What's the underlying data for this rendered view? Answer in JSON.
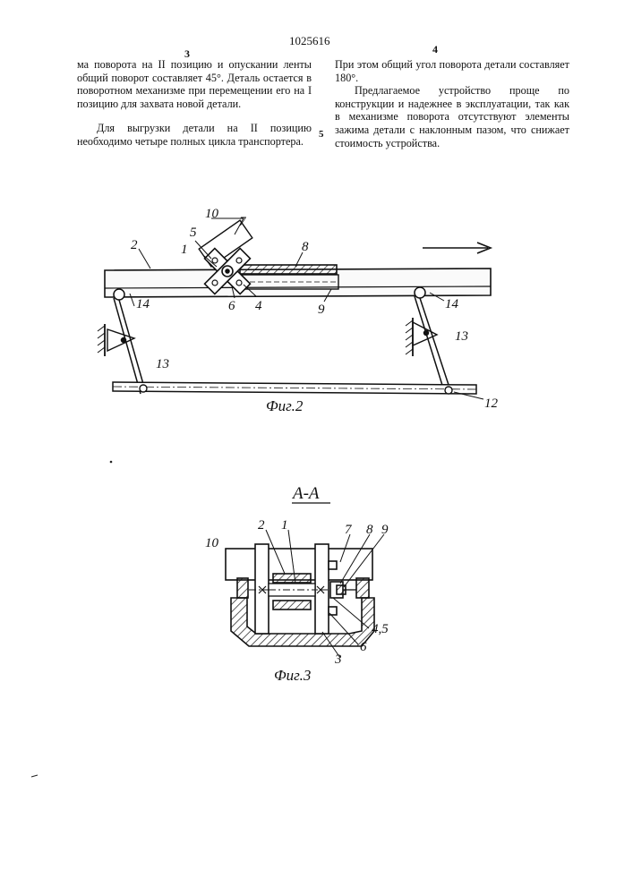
{
  "header": {
    "patent_number": "1025616",
    "left_page_number": "3",
    "right_page_number": "4",
    "line_marker": "5"
  },
  "left_column": {
    "para1": "ма поворота на II позицию и опускании ленты общий поворот составляет 45°. Деталь остается в поворотном механизме при перемещении его на I позицию для захвата новой детали.",
    "para2": "Для выгрузки детали на II позицию необходимо четыре полных цикла транспортера."
  },
  "right_column": {
    "para1": "При этом общий угол поворота детали составляет 180°.",
    "para2": "Предлагаемое устройство проще по конструкции и надежнее в эксплуатации, так как в механизме поворота отсутствуют элементы зажима детали с наклонным пазом, что снижает стоимость устройства."
  },
  "figure2": {
    "caption": "Фиг.2",
    "labels": {
      "l10": "10",
      "l7": "7",
      "l5": "5",
      "l1": "1",
      "l2": "2",
      "l8": "8",
      "l6": "6",
      "l4": "4",
      "l9": "9",
      "l14a": "14",
      "l14b": "14",
      "l13a": "13",
      "l13b": "13",
      "l12": "12"
    }
  },
  "figure3": {
    "section_title": "А-А",
    "caption": "Фиг.3",
    "labels": {
      "l10": "10",
      "l2": "2",
      "l1": "1",
      "l7": "7",
      "l8": "8",
      "l9": "9",
      "l45": "4,5",
      "l6": "6",
      "l3": "3"
    }
  }
}
